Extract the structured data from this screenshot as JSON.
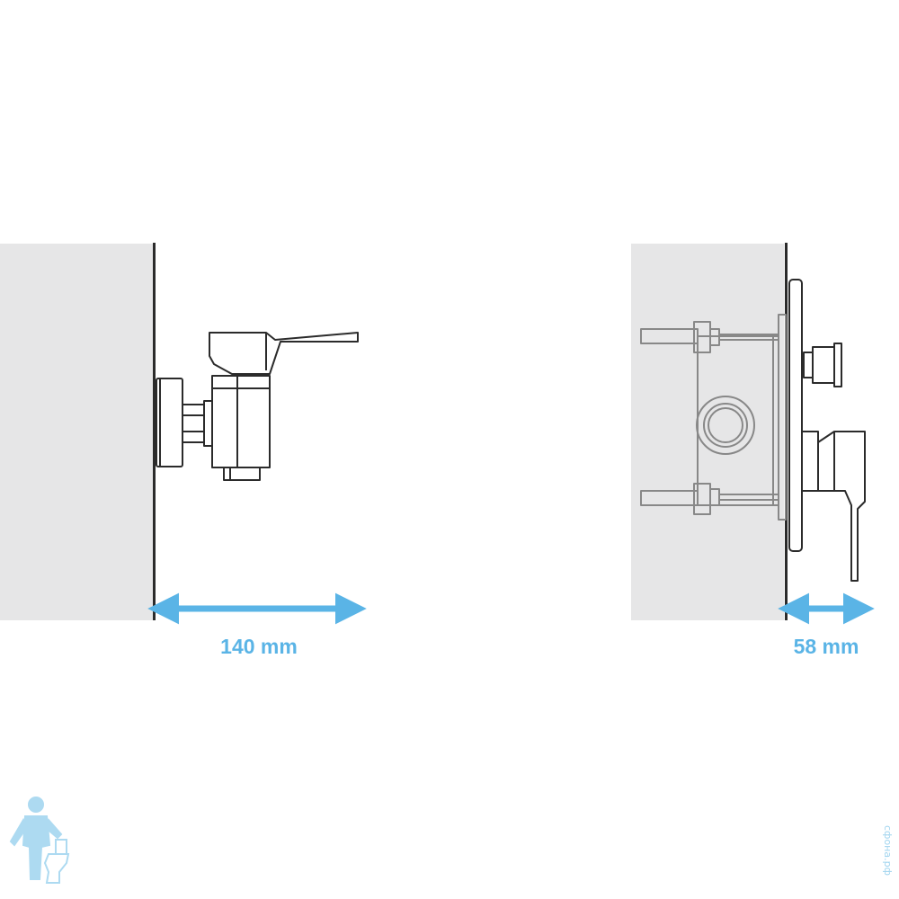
{
  "colors": {
    "wall": "#e6e6e7",
    "line": "#2b2b2b",
    "accent": "#5ab4e6",
    "watermark": "#9fd4ef",
    "background": "#ffffff"
  },
  "left_diagram": {
    "dimension_label": "140 mm"
  },
  "right_diagram": {
    "dimension_label": "58 mm"
  },
  "watermark": {
    "logo_icon": "plumber-with-toilet-icon",
    "text": "сфона.рф"
  }
}
